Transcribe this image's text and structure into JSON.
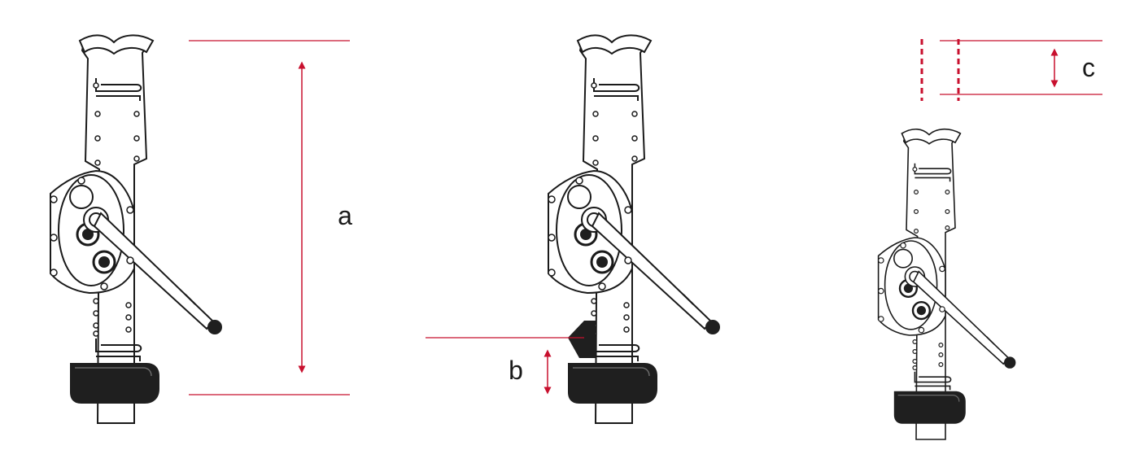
{
  "colors": {
    "dimension": "#c8102e",
    "outline": "#1a1a1a",
    "base_fill": "#1f1f1f",
    "background": "#ffffff"
  },
  "labels": {
    "a": "a",
    "b": "b",
    "c": "c"
  },
  "figures": [
    {
      "id": "full-height",
      "dimension": "a"
    },
    {
      "id": "toe-height",
      "dimension": "b"
    },
    {
      "id": "stroke",
      "dimension": "c"
    }
  ]
}
